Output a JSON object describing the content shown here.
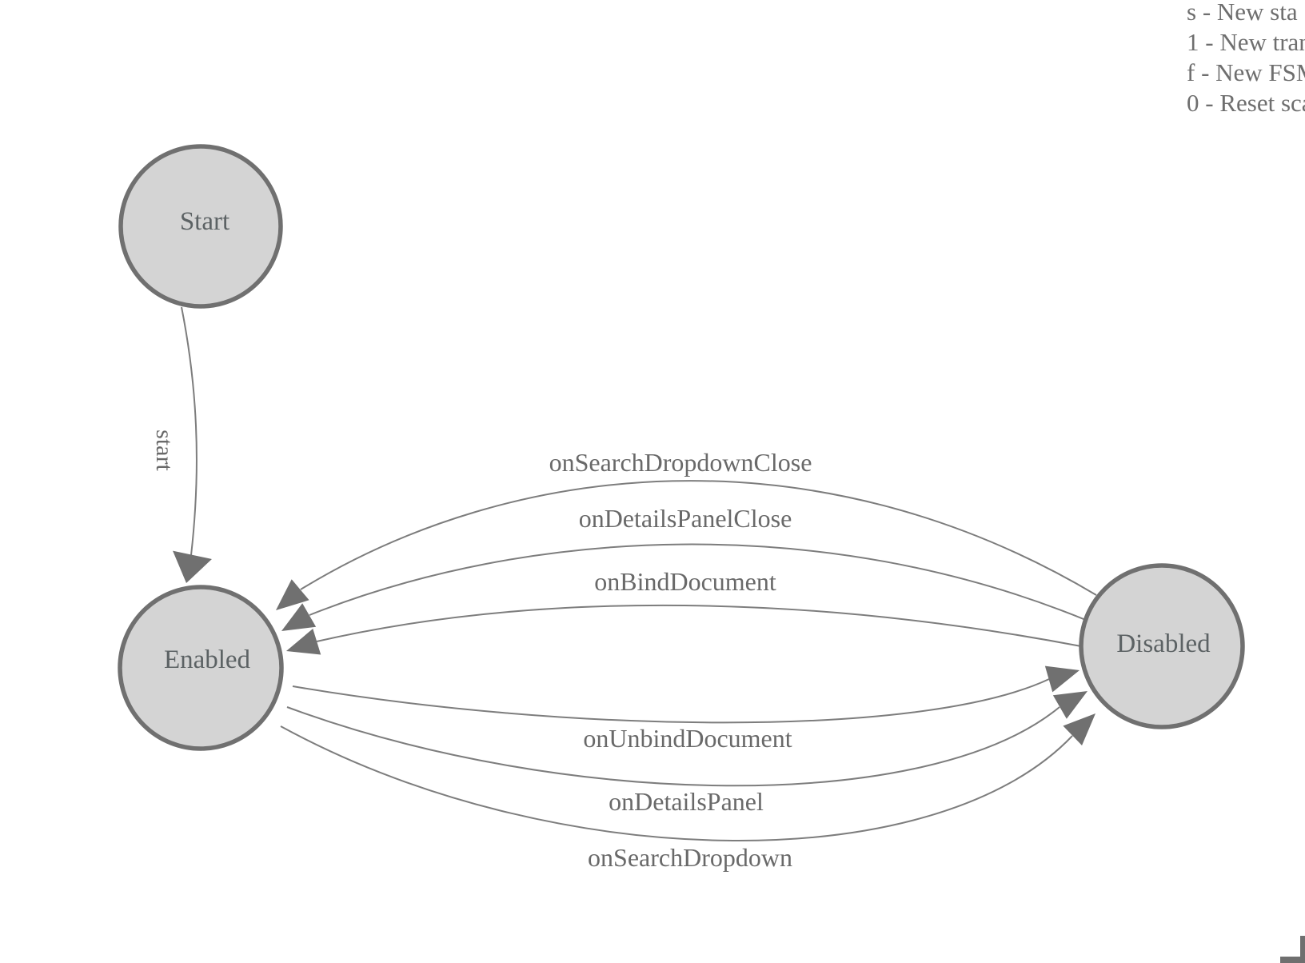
{
  "legend": {
    "lines": [
      "s - New sta",
      "1 - New tran",
      "f - New FSM",
      "0 - Reset sca"
    ]
  },
  "fsm": {
    "states": [
      {
        "label": "Start"
      },
      {
        "label": "Enabled"
      },
      {
        "label": "Disabled"
      }
    ],
    "transitions": [
      {
        "label": "start",
        "from": "Start",
        "to": "Enabled"
      },
      {
        "label": "onSearchDropdownClose",
        "from": "Disabled",
        "to": "Enabled"
      },
      {
        "label": "onDetailsPanelClose",
        "from": "Disabled",
        "to": "Enabled"
      },
      {
        "label": "onBindDocument",
        "from": "Disabled",
        "to": "Enabled"
      },
      {
        "label": "onUnbindDocument",
        "from": "Enabled",
        "to": "Disabled"
      },
      {
        "label": "onDetailsPanel",
        "from": "Enabled",
        "to": "Disabled"
      },
      {
        "label": "onSearchDropdown",
        "from": "Enabled",
        "to": "Disabled"
      }
    ],
    "colors": {
      "state_fill": "#d4d4d4",
      "state_stroke": "#707070",
      "edge_stroke": "#7d7d7d",
      "arrow_fill": "#707070",
      "state_text": "#5c6264",
      "edge_label_text": "#696969",
      "legend_text": "#6e6e6e",
      "background": "#ffffff"
    }
  }
}
